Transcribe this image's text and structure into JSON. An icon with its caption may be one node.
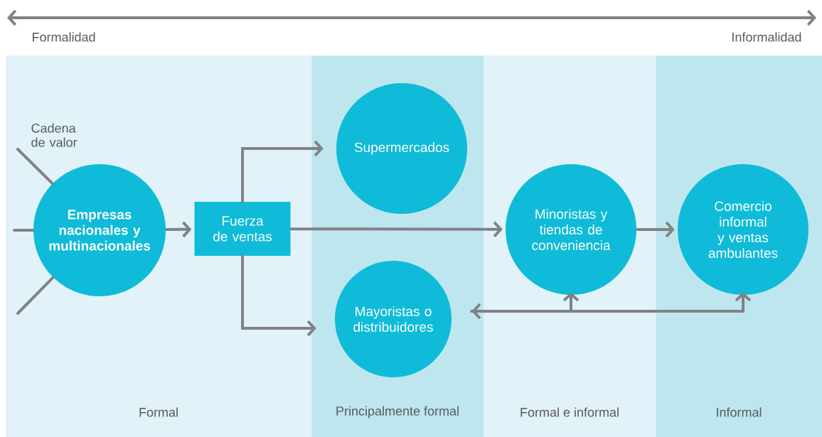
{
  "diagram": {
    "nodes": [
      {
        "text": [
          "Formal"
        ]
      },
      {
        "text": [
          "Principalmente formal"
        ]
      },
      {
        "text": [
          "Formal e informal"
        ]
      },
      {
        "text": [
          "Informal"
        ]
      },
      {
        "text": [
          "Empresas nacionales y multinacionales"
        ],
        "in": 0
      },
      {
        "text": [
          "Fuerza de ventas"
        ],
        "in": 0
      },
      {
        "text": [
          "Supermercados"
        ],
        "in": 1
      },
      {
        "text": [
          "Mayoristas o distribuidores"
        ],
        "in": 1
      },
      {
        "text": [
          "Minoristas y tiendas de conveniencia"
        ],
        "in": 2
      },
      {
        "text": [
          "Comercio informal y ventas ambulantes"
        ],
        "in": 3
      }
    ],
    "edges": [
      {
        "from": null,
        "to": 4,
        "arrow": "none"
      },
      {
        "from": null,
        "to": 4,
        "arrow": "none"
      },
      {
        "from": null,
        "to": 4,
        "arrow": "none"
      },
      {
        "from": 4,
        "to": 5,
        "arrow": "to"
      },
      {
        "from": 5,
        "to": 6,
        "arrow": "to"
      },
      {
        "from": 5,
        "to": 7,
        "arrow": "to"
      },
      {
        "from": 5,
        "to": 8,
        "arrow": "to"
      },
      {
        "from": 8,
        "to": 9,
        "arrow": "to"
      },
      {
        "from": 7,
        "to": 8,
        "arrow": "to"
      },
      {
        "from": 9,
        "to": 7,
        "arrow": "both"
      }
    ],
    "labels": [
      "Formalidad",
      "Informalidad",
      "Cadena de valor"
    ]
  }
}
